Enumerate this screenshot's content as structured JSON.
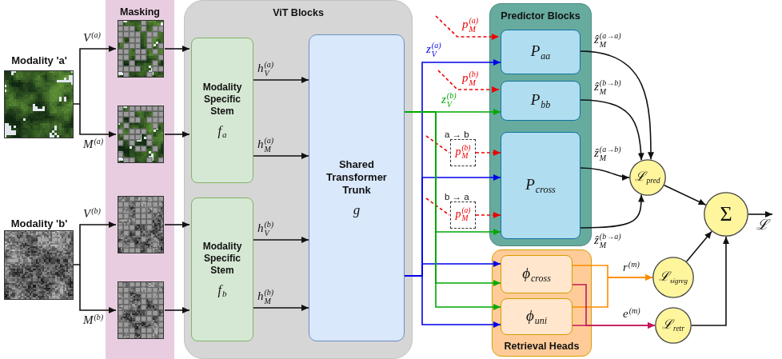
{
  "diagram": {
    "nodes": [
      {
        "text": [
          "Masking"
        ]
      },
      {
        "text": [
          "ViT Blocks"
        ]
      },
      {
        "text": [
          "Modality Specific Stem",
          "f",
          "a"
        ],
        "in": 1
      },
      {
        "text": [
          "Modality Specific Stem",
          "f",
          "b"
        ],
        "in": 1
      },
      {
        "text": [
          "Shared Transformer Trunk",
          "g"
        ],
        "in": 1
      },
      {
        "text": [
          "p",
          "M",
          "(b)"
        ]
      },
      {
        "text": [
          "p",
          "M",
          "(a)"
        ]
      },
      {
        "text": [
          "Predictor Blocks"
        ]
      },
      {
        "text": [
          "P",
          "aa"
        ],
        "in": 7
      },
      {
        "text": [
          "P",
          "bb"
        ],
        "in": 7
      },
      {
        "text": [
          "P",
          "cross"
        ],
        "in": 7
      },
      {
        "text": [
          "Retrieval Heads"
        ]
      },
      {
        "text": [
          "ϕ",
          "cross"
        ],
        "in": 11
      },
      {
        "text": [
          "ϕ",
          "uni"
        ],
        "in": 11
      },
      {
        "text": [
          "ℒ",
          "pred"
        ]
      },
      {
        "text": [
          "ℒ",
          "sigreg"
        ]
      },
      {
        "text": [
          "ℒ",
          "retr"
        ]
      },
      {
        "text": [
          "Σ"
        ]
      }
    ],
    "edges": [
      {
        "from": 2,
        "to": 4,
        "arrow": "to"
      },
      {
        "from": 2,
        "to": 4,
        "arrow": "to"
      },
      {
        "from": 3,
        "to": 4,
        "arrow": "to"
      },
      {
        "from": 3,
        "to": 4,
        "arrow": "to"
      },
      {
        "from": 4,
        "to": 8,
        "arrow": "to"
      },
      {
        "from": 4,
        "to": 9,
        "arrow": "to"
      },
      {
        "from": 4,
        "to": 10,
        "arrow": "to"
      },
      {
        "from": 4,
        "to": 10,
        "arrow": "to"
      },
      {
        "from": 4,
        "to": 12,
        "arrow": "to"
      },
      {
        "from": 4,
        "to": 12,
        "arrow": "to"
      },
      {
        "from": 4,
        "to": 13,
        "arrow": "to"
      },
      {
        "from": 4,
        "to": 13,
        "arrow": "to"
      },
      {
        "from": 5,
        "to": 10,
        "arrow": "to"
      },
      {
        "from": 6,
        "to": 10,
        "arrow": "to"
      },
      {
        "from": 8,
        "to": 14,
        "arrow": "to"
      },
      {
        "from": 9,
        "to": 14,
        "arrow": "to"
      },
      {
        "from": 10,
        "to": 14,
        "arrow": "to"
      },
      {
        "from": 10,
        "to": 14,
        "arrow": "to"
      },
      {
        "from": 12,
        "to": 15,
        "arrow": "to"
      },
      {
        "from": 13,
        "to": 15,
        "arrow": "to"
      },
      {
        "from": 12,
        "to": 16,
        "arrow": "to"
      },
      {
        "from": 13,
        "to": 16,
        "arrow": "to"
      },
      {
        "from": 14,
        "to": 17,
        "arrow": "to"
      },
      {
        "from": 15,
        "to": 17,
        "arrow": "to"
      },
      {
        "from": 16,
        "to": 17,
        "arrow": "to"
      }
    ],
    "labels": [
      "Modality 'a'",
      "Modality 'b'",
      "V",
      "(a)",
      "M",
      "(a)",
      "V",
      "(b)",
      "M",
      "(b)",
      "h",
      "V",
      "(a)",
      "h",
      "M",
      "(a)",
      "h",
      "V",
      "(b)",
      "h",
      "M",
      "(b)",
      "z",
      "V",
      "(a)",
      "z",
      "V",
      "(b)",
      "p",
      "M",
      "(a)",
      "p",
      "M",
      "(b)",
      "a → b",
      "b → a",
      "ẑ",
      "M",
      "(a→a)",
      "ẑ",
      "M",
      "(b→b)",
      "ẑ",
      "M",
      "(a→b)",
      "ẑ",
      "M",
      "(b→a)",
      "r",
      "(m)",
      "e",
      "(m)",
      "ℒ"
    ]
  }
}
